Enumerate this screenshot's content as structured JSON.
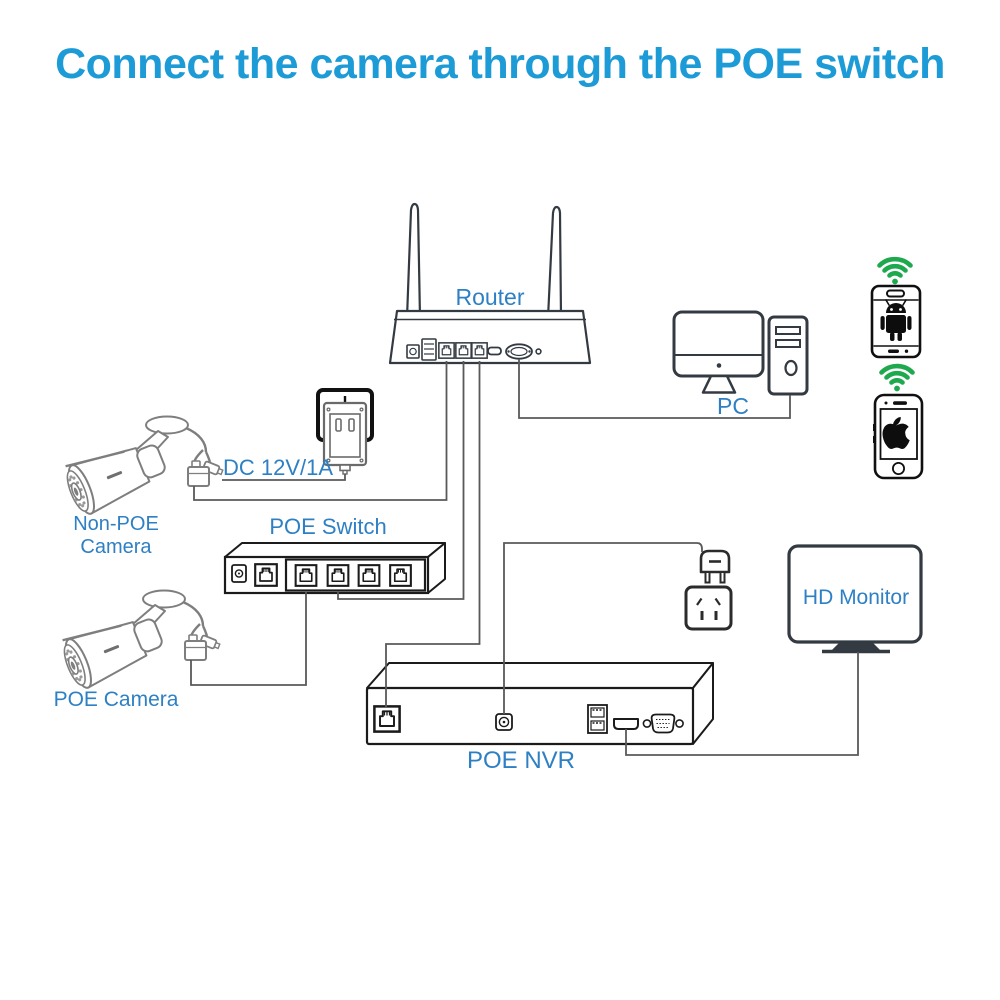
{
  "title": {
    "text": "Connect the camera through the POE switch"
  },
  "palette": {
    "title_blue": "#1d9bd7",
    "label_blue": "#2e80c4",
    "wifi_green": "#1fa94e",
    "wire_gray": "#595959",
    "device_dark": "#333a42",
    "device_black": "#101010",
    "camera_gray": "#7e7e7e"
  },
  "labels": {
    "router": "Router",
    "pc": "PC",
    "dc_power": "DC 12V/1A",
    "non_poe_camera_line1": "Non-POE",
    "non_poe_camera_line2": "Camera",
    "poe_switch": "POE Switch",
    "poe_camera": "POE Camera",
    "poe_nvr": "POE NVR",
    "hd_monitor": "HD Monitor"
  },
  "icons": {
    "wifi": "wifi-signal",
    "android": "android-robot",
    "apple": "apple-logo"
  },
  "devices": [
    "Router",
    "PC",
    "Android phone",
    "iPhone",
    "DC 12V/1A power adapter",
    "Non-POE camera",
    "POE switch",
    "POE camera",
    "POE NVR",
    "HD monitor",
    "Mains plug and wall socket"
  ],
  "connections": [
    {
      "from": "Non-POE camera ethernet pigtail",
      "to": "Router LAN port 1"
    },
    {
      "from": "Non-POE camera power pigtail",
      "to": "DC 12V/1A wall adapter"
    },
    {
      "from": "POE camera ethernet pigtail",
      "to": "POE switch port 1"
    },
    {
      "from": "POE switch port 2",
      "to": "Router LAN port 2"
    },
    {
      "from": "Router LAN port 3",
      "to": "POE NVR LAN port"
    },
    {
      "from": "Router VGA port",
      "to": "PC tower"
    },
    {
      "from": "Mains plug",
      "to": "POE NVR DC input"
    },
    {
      "from": "POE NVR HDMI port",
      "to": "HD monitor stand"
    }
  ]
}
